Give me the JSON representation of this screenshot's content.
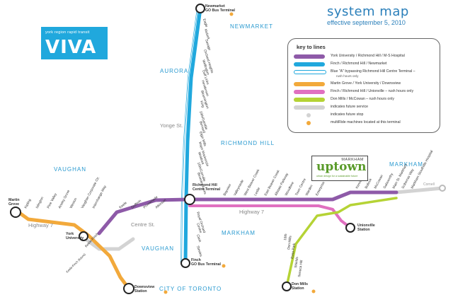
{
  "header": {
    "title": "system map",
    "subtitle": "effective september 5, 2010"
  },
  "logo": {
    "tagline": "york region rapid transit",
    "wordmark": "VIVA"
  },
  "legend": {
    "title": "key to lines",
    "items": [
      {
        "label": "York University / Richmond Hill / M-S Hospital",
        "color": "#8e5aa8",
        "style": "solid"
      },
      {
        "label": "Finch / Richmond Hill / Newmarket",
        "color": "#20a8dd",
        "style": "solid"
      },
      {
        "label": "Blue \"A\" bypassing Richmond Hill Centre Terminal –",
        "note": "rush hours only",
        "color": "#20a8dd",
        "style": "outline"
      },
      {
        "label": "Martin Grove / York University / Downsview",
        "color": "#f2a93b",
        "style": "solid"
      },
      {
        "label": "Finch / Richmond Hill / Unionville – rush hours only",
        "color": "#e070c0",
        "style": "solid"
      },
      {
        "label": "Don Mills / McCowan – rush hours only",
        "color": "#b5d335",
        "style": "solid"
      },
      {
        "label": "indicates future service",
        "color": "#d3d3d3",
        "style": "solid"
      },
      {
        "label": "indicates future stop",
        "color": "#d3d3d3",
        "style": "dot"
      },
      {
        "label": "multiRide machines located at this terminal",
        "color": "#f2a93b",
        "style": "dot"
      }
    ]
  },
  "region_labels": {
    "newmarket": "NEWMARKET",
    "aurora": "AURORA",
    "richmond_hill": "RICHMOND HILL",
    "markham": "MARKHAM",
    "markham_south": "MARKHAM",
    "vaughan": "VAUGHAN",
    "vaughan_south": "VAUGHAN",
    "toronto": "CITY OF TORONTO"
  },
  "road_labels": {
    "yonge": "Yonge St.",
    "highway7_west": "Highway 7",
    "highway7_east": "Highway 7",
    "centre_st": "Centre St."
  },
  "terminals": {
    "newmarket": [
      "Newmarket",
      "GO Bus Terminal"
    ],
    "richmond_hill": [
      "Richmond Hill",
      "Centre Terminal"
    ],
    "finch": [
      "Finch",
      "GO Bus Terminal"
    ],
    "martin_grove": [
      "Martin",
      "Grove"
    ],
    "york_university": [
      "York",
      "University"
    ],
    "downsview": [
      "Downsview",
      "Station"
    ],
    "unionville": [
      "Unionville",
      "Station"
    ],
    "don_mills": [
      "Don Mills",
      "Station"
    ],
    "cornell": "Cornell"
  },
  "stops": {
    "yonge_north": [
      "Eagle",
      "Mulock",
      "Savage",
      "Orchard Heights",
      "Wellington",
      "Golf Links",
      "Henderson",
      "Bloomington",
      "King",
      "19th/Gamble",
      "Bernard",
      "Elgin Mills",
      "Major Mackenzie",
      "Weldrick",
      "16th/Carrville",
      "Beverley Acres"
    ],
    "yonge_south": [
      "Royal Orchard",
      "Centre",
      "Clark",
      "Steeles"
    ],
    "hwy7_west": [
      "Kipling",
      "Islington",
      "Pine Valley",
      "Ansley Grove",
      "Weston",
      "Vaughan Corporate Ctr.",
      "Interchange Way"
    ],
    "centre_st": [
      "Keele",
      "Dufferin",
      "Promenade",
      "Atkinson"
    ],
    "york_u_south": [
      "Keele-Finch"
    ],
    "hwy7_central": [
      "Bayview",
      "Valleymede",
      "West Beaver Creek",
      "Leslie",
      "East Beaver Creek",
      "Allstate Parkway",
      "Woodbine",
      "Town Centre",
      "Warden",
      "Enterprise"
    ],
    "hwy7_east": [
      "Kennedy",
      "Bullock",
      "McCowan",
      "Galsworthy",
      "Main St. Markham",
      "Sciberras Way",
      "Markham Stouffville Hospital"
    ],
    "don_mills_line": [
      "16th",
      "Don Mills",
      "Esna Park",
      "Shields",
      "Seneca Hill"
    ],
    "future_west": [
      "Keele-Finch (future)"
    ]
  },
  "uptown_sign": {
    "top": "MARKHAM",
    "word": "uptown",
    "tagline": "urban design for a sustainable future"
  }
}
